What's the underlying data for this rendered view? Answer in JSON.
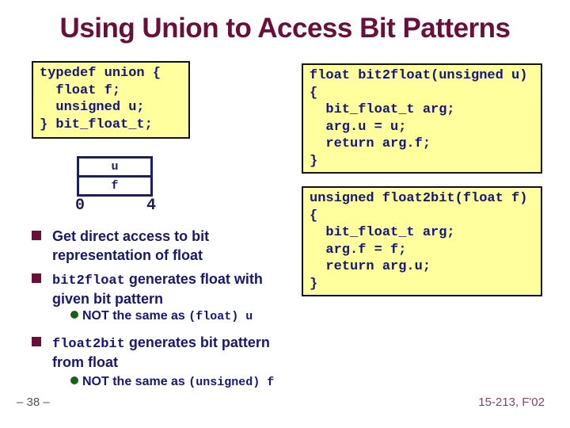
{
  "slide": {
    "title": "Using Union to Access Bit Patterns",
    "footer_left": "– 38 –",
    "footer_right": "15-213, F'02"
  },
  "colors": {
    "title_maroon": "#6a0f3a",
    "code_navy": "#16167a",
    "body_navy": "#18186e",
    "code_box_yellow": "#ffff9e",
    "diagram_navy": "#1d1d70",
    "sub_bullet_green": "#176017"
  },
  "code_boxes": {
    "typedef": {
      "lines": [
        "typedef union {",
        "  float f;",
        "  unsigned u;",
        "} bit_float_t;"
      ]
    },
    "bit2float": {
      "lines": [
        "float bit2float(unsigned u)",
        "{",
        "  bit_float_t arg;",
        "  arg.u = u;",
        "  return arg.f;",
        "}"
      ]
    },
    "float2bit": {
      "lines": [
        "unsigned float2bit(float f)",
        "{",
        "  bit_float_t arg;",
        "  arg.f = f;",
        "  return arg.u;",
        "}"
      ]
    }
  },
  "diagram": {
    "field_top": "u",
    "field_bottom": "f",
    "offset_left": "0",
    "offset_right": "4"
  },
  "bullets": [
    {
      "marker": "square",
      "lines": [
        [
          {
            "mono": false,
            "t": "Get direct access to bit"
          }
        ],
        [
          {
            "mono": false,
            "t": "representation of float"
          }
        ]
      ]
    },
    {
      "marker": "square",
      "lines": [
        [
          {
            "mono": true,
            "t": "bit2float"
          },
          {
            "mono": false,
            "t": " generates float with"
          }
        ],
        [
          {
            "mono": false,
            "t": "given bit pattern"
          }
        ]
      ]
    },
    {
      "marker": "circle",
      "lines": [
        [
          {
            "mono": false,
            "t": "NOT the same as "
          },
          {
            "mono": true,
            "t": "(float) u"
          }
        ]
      ]
    },
    {
      "marker": "square",
      "lines": [
        [
          {
            "mono": true,
            "t": "float2bit"
          },
          {
            "mono": false,
            "t": " generates bit pattern"
          }
        ],
        [
          {
            "mono": false,
            "t": "from float"
          }
        ]
      ]
    },
    {
      "marker": "circle",
      "lines": [
        [
          {
            "mono": false,
            "t": "NOT the same as "
          },
          {
            "mono": true,
            "t": "(unsigned) f"
          }
        ]
      ]
    }
  ]
}
